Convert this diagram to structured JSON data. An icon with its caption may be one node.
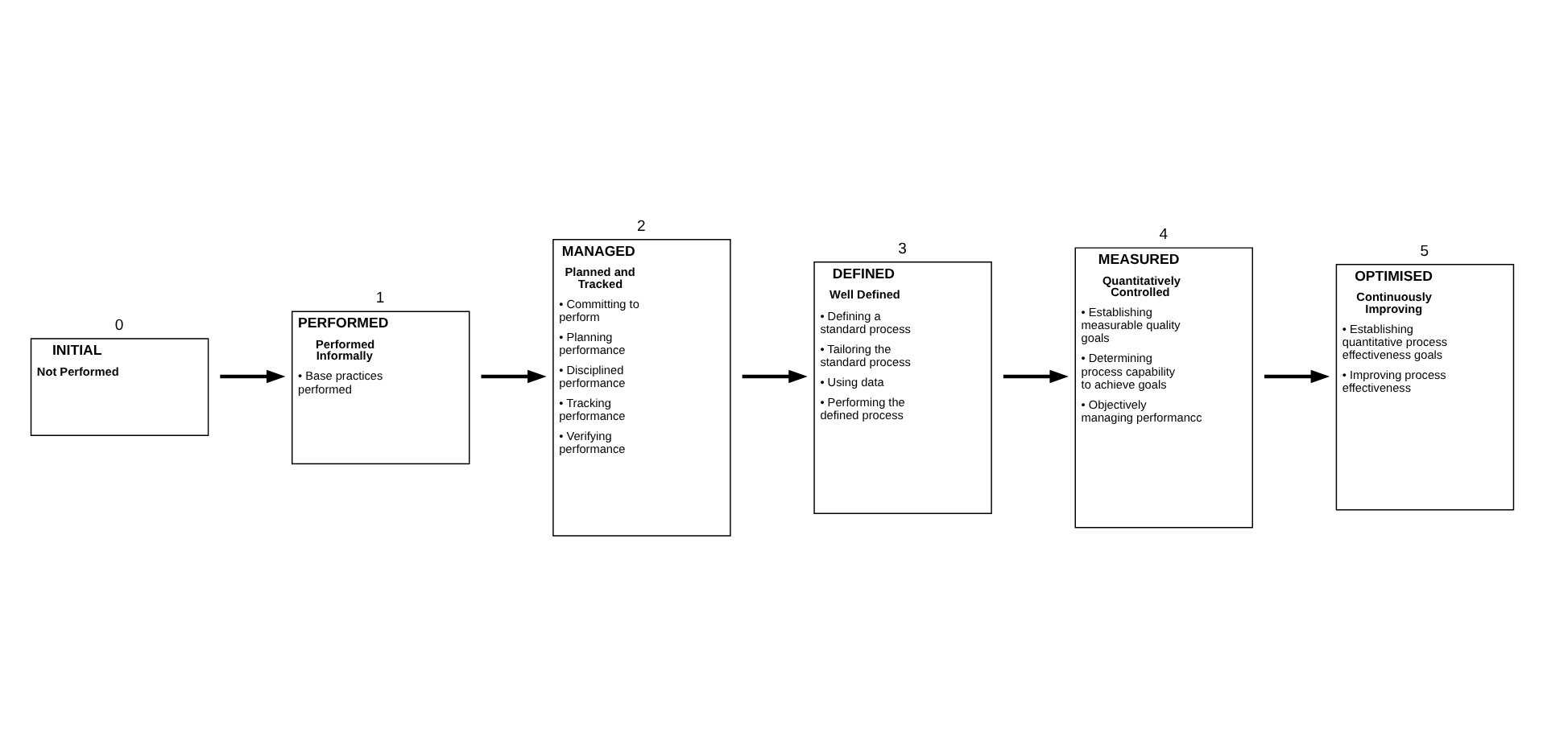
{
  "diagram": {
    "nodes": [
      {
        "text": [
          "INITIAL",
          "Not Performed"
        ],
        "beside": [
          "0"
        ]
      },
      {
        "text": [
          "PERFORMED",
          "Performed Informally",
          "• Base practices performed"
        ],
        "beside": [
          "1"
        ]
      },
      {
        "text": [
          "MANAGED",
          "Planned and Tracked",
          "• Committing to perform",
          "• Planning performance",
          "• Disciplined performance",
          "• Tracking performance",
          "• Verifying performance"
        ],
        "beside": [
          "2"
        ]
      },
      {
        "text": [
          "DEFINED",
          "Well Defined",
          "• Defining a standard process",
          "• Tailoring the standard process",
          "• Using data",
          "• Performing the defined process"
        ],
        "beside": [
          "3"
        ]
      },
      {
        "text": [
          "MEASURED",
          "Quantitatively Controlled",
          "• Establishing measurable quality goals",
          "• Determining process capability to achieve goals",
          "• Objectively managing performancc"
        ],
        "beside": [
          "4"
        ]
      },
      {
        "text": [
          "OPTIMISED",
          "Continuously Improving",
          "• Establishing quantitative process effectiveness goals",
          "• Improving process effectiveness"
        ],
        "beside": [
          "5"
        ]
      }
    ],
    "edges": [
      {
        "from": 0,
        "to": 1,
        "arrow": "to"
      },
      {
        "from": 1,
        "to": 2,
        "arrow": "to"
      },
      {
        "from": 2,
        "to": 3,
        "arrow": "to"
      },
      {
        "from": 3,
        "to": 4,
        "arrow": "to"
      },
      {
        "from": 4,
        "to": 5,
        "arrow": "to"
      }
    ]
  }
}
